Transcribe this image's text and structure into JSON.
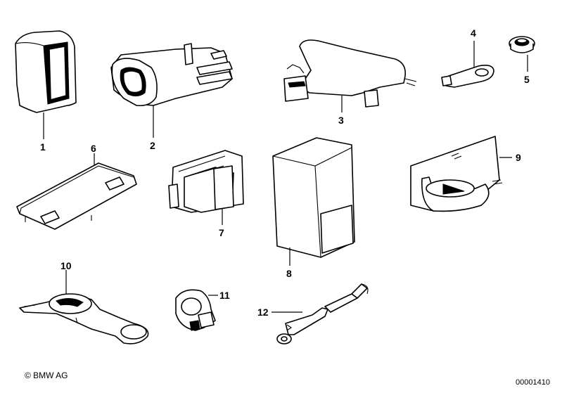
{
  "callouts": {
    "p1": "1",
    "p2": "2",
    "p3": "3",
    "p4": "4",
    "p5": "5",
    "p6": "6",
    "p7": "7",
    "p8": "8",
    "p9": "9",
    "p10": "10",
    "p11": "11",
    "p12": "12"
  },
  "footer": {
    "copyright": "© BMW AG",
    "drawing_number": "00001410"
  }
}
